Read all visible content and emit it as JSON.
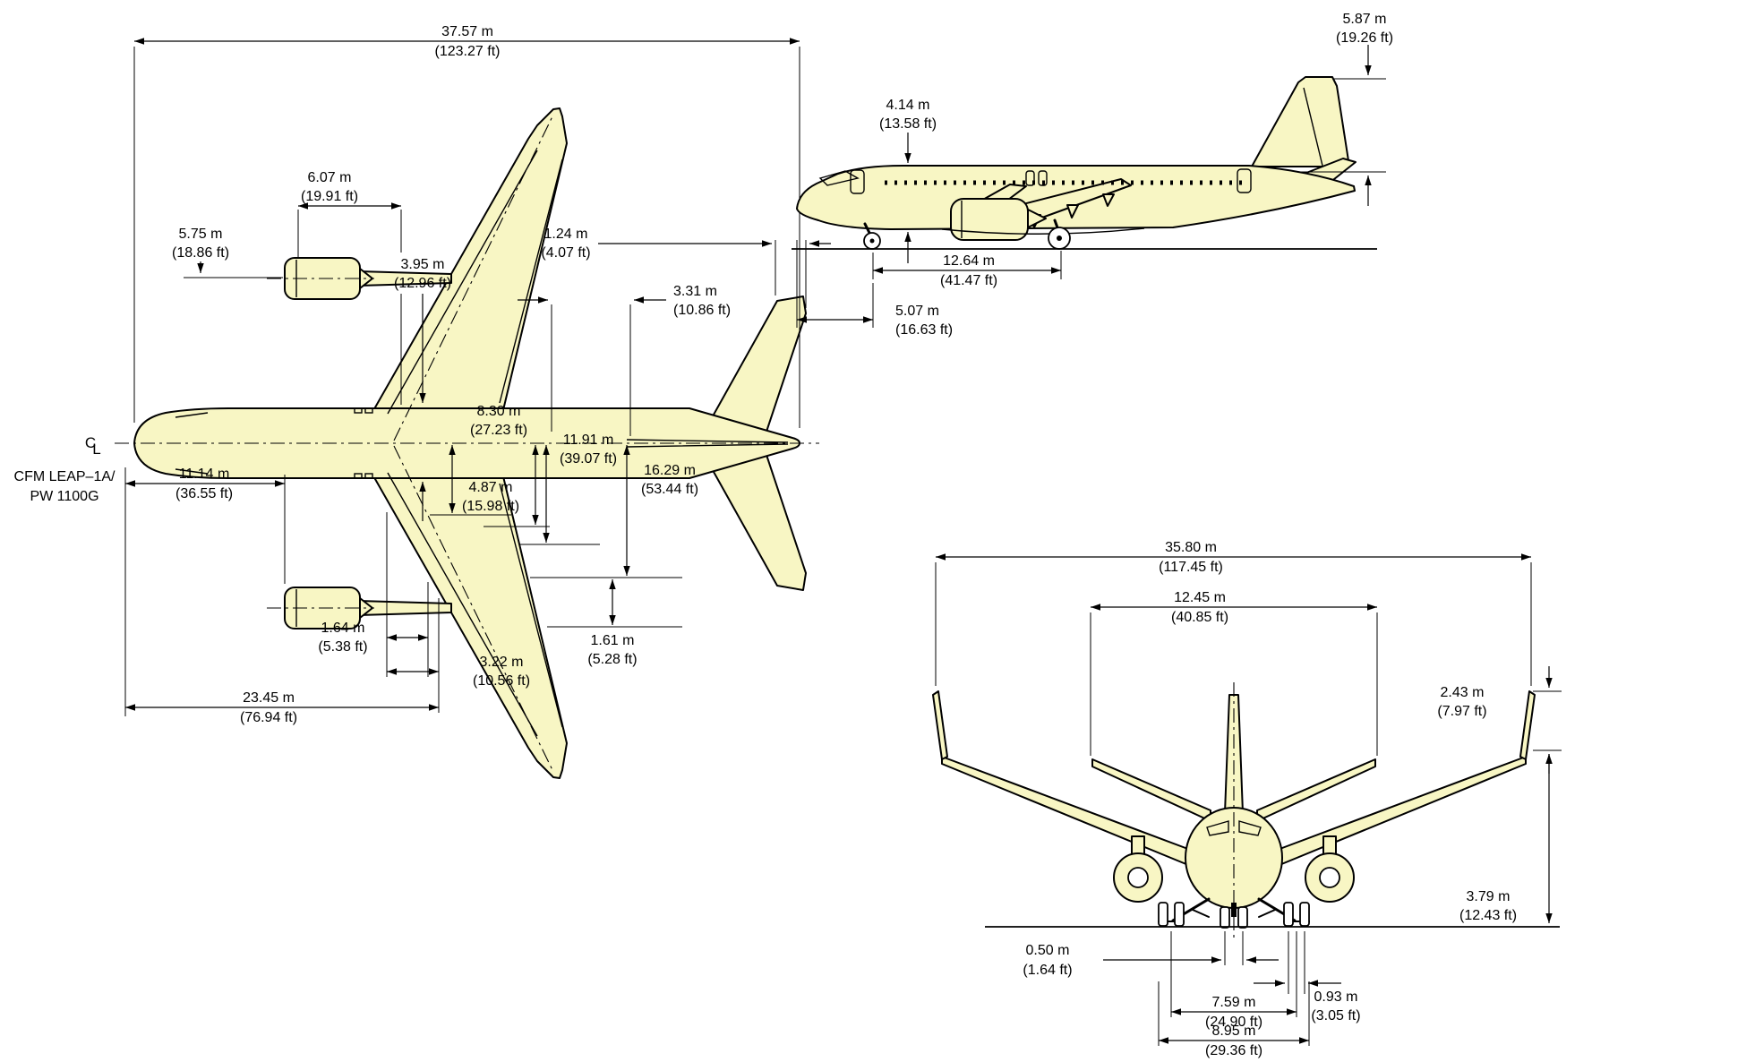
{
  "colors": {
    "aircraft_fill": "#F8F6C4",
    "line": "#000000",
    "background": "#FFFFFF"
  },
  "notes": {
    "engine_line1": "CFM LEAP–1A/",
    "engine_line2": "PW 1100G",
    "centerline_c": "C",
    "centerline_l": "L"
  },
  "plan": {
    "dims": {
      "overall_length": {
        "m": "37.57 m",
        "ft": "(123.27 ft)"
      },
      "dim_6_07": {
        "m": "6.07 m",
        "ft": "(19.91 ft)"
      },
      "dim_5_75": {
        "m": "5.75 m",
        "ft": "(18.86 ft)"
      },
      "dim_3_95": {
        "m": "3.95 m",
        "ft": "(12.96 ft)"
      },
      "dim_1_24": {
        "m": "1.24 m",
        "ft": "(4.07 ft)"
      },
      "dim_3_31": {
        "m": "3.31 m",
        "ft": "(10.86 ft)"
      },
      "dim_4_87": {
        "m": "4.87 m",
        "ft": "(15.98 ft)"
      },
      "dim_8_30": {
        "m": "8.30 m",
        "ft": "(27.23 ft)"
      },
      "dim_11_91": {
        "m": "11.91 m",
        "ft": "(39.07 ft)"
      },
      "dim_16_29": {
        "m": "16.29 m",
        "ft": "(53.44 ft)"
      },
      "dim_1_61": {
        "m": "1.61 m",
        "ft": "(5.28 ft)"
      },
      "dim_11_14": {
        "m": "11.14 m",
        "ft": "(36.55 ft)"
      },
      "dim_1_64": {
        "m": "1.64 m",
        "ft": "(5.38 ft)"
      },
      "dim_3_22": {
        "m": "3.22 m",
        "ft": "(10.56 ft)"
      },
      "dim_23_45": {
        "m": "23.45 m",
        "ft": "(76.94 ft)"
      }
    }
  },
  "side": {
    "dims": {
      "dim_5_87": {
        "m": "5.87 m",
        "ft": "(19.26 ft)"
      },
      "dim_4_14": {
        "m": "4.14 m",
        "ft": "(13.58 ft)"
      },
      "dim_12_64": {
        "m": "12.64 m",
        "ft": "(41.47 ft)"
      },
      "dim_5_07": {
        "m": "5.07 m",
        "ft": "(16.63 ft)"
      }
    }
  },
  "front": {
    "dims": {
      "dim_35_80": {
        "m": "35.80 m",
        "ft": "(117.45 ft)"
      },
      "dim_12_45": {
        "m": "12.45 m",
        "ft": "(40.85 ft)"
      },
      "dim_2_43": {
        "m": "2.43 m",
        "ft": "(7.97 ft)"
      },
      "dim_3_79": {
        "m": "3.79 m",
        "ft": "(12.43 ft)"
      },
      "dim_0_50": {
        "m": "0.50 m",
        "ft": "(1.64 ft)"
      },
      "dim_0_93": {
        "m": "0.93 m",
        "ft": "(3.05 ft)"
      },
      "dim_7_59": {
        "m": "7.59 m",
        "ft": "(24.90 ft)"
      },
      "dim_8_95": {
        "m": "8.95 m",
        "ft": "(29.36 ft)"
      }
    }
  }
}
